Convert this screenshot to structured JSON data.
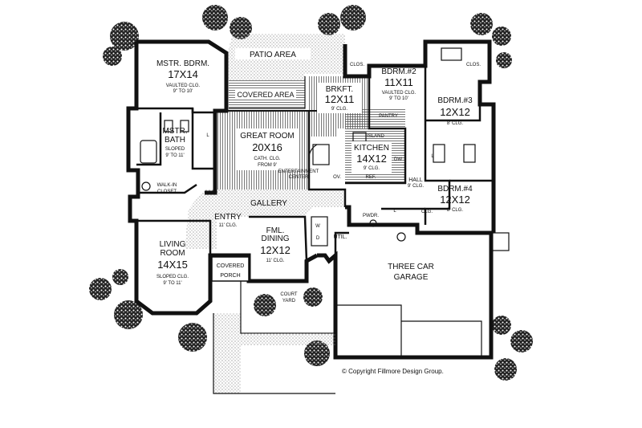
{
  "rooms": {
    "patio": {
      "title": "PATIO AREA"
    },
    "covered_area": {
      "title": "COVERED AREA"
    },
    "master_bedroom": {
      "title": "MSTR. BDRM.",
      "dims": "17X14",
      "note1": "VAULTED CLG.",
      "note2": "9\" TO 10'"
    },
    "master_bath": {
      "title": "MSTR.",
      "title2": "BATH",
      "note1": "SLOPED",
      "note2": "9' TO 11'"
    },
    "walk_in_closet": {
      "title": "WALK-IN",
      "title2": "CLOSET"
    },
    "great_room": {
      "title": "GREAT ROOM",
      "dims": "20X16",
      "note1": "CATH. CLG.",
      "note2": "FROM 9'"
    },
    "breakfast": {
      "title": "BRKFT.",
      "dims": "12X11",
      "note1": "9' CLG."
    },
    "kitchen": {
      "title": "KITCHEN",
      "dims": "14X12",
      "note1": "9' CLG."
    },
    "island": {
      "title": "ISLAND"
    },
    "pantry": {
      "title": "PANTRY"
    },
    "entertainment_center": {
      "title": "ENTERTAINMENT",
      "title2": "CENTER"
    },
    "bedroom2": {
      "title": "BDRM.#2",
      "dims": "11X11",
      "note1": "VAULTED CLG.",
      "note2": "9' TO 10'"
    },
    "bedroom3": {
      "title": "BDRM.#3",
      "dims": "12X12",
      "note1": "8' CLG."
    },
    "bedroom4": {
      "title": "BDRM.#4",
      "dims": "12X12",
      "note1": "8' CLG."
    },
    "hall": {
      "title": "HALL",
      "note1": "9' CLG."
    },
    "gallery": {
      "title": "GALLERY"
    },
    "entry": {
      "title": "ENTRY",
      "note1": "11' CLG."
    },
    "living_room": {
      "title": "LIVING",
      "title2": "ROOM",
      "dims": "14X15",
      "note1": "SLOPED CLG.",
      "note2": "9' TO 11'"
    },
    "family_dining": {
      "title": "FML.",
      "title2": "DINING",
      "dims": "12X12",
      "note1": "11' CLG."
    },
    "utility": {
      "title": "UTIL."
    },
    "powder": {
      "title": "PWDR."
    },
    "covered_porch": {
      "title": "COVERED",
      "title2": "PORCH"
    },
    "court_yard": {
      "title": "COURT",
      "title2": "YARD"
    },
    "garage": {
      "title": "THREE CAR",
      "title2": "GARAGE"
    }
  },
  "small_labels": {
    "closet": "CLOS.",
    "closet_short": "CLG.",
    "linen": "L",
    "oven": "OV.",
    "refrigerator": "REF.",
    "dishwasher": "DW",
    "washer": "W",
    "dryer": "D"
  },
  "copyright": "© Copyright Fillmore Design Group."
}
